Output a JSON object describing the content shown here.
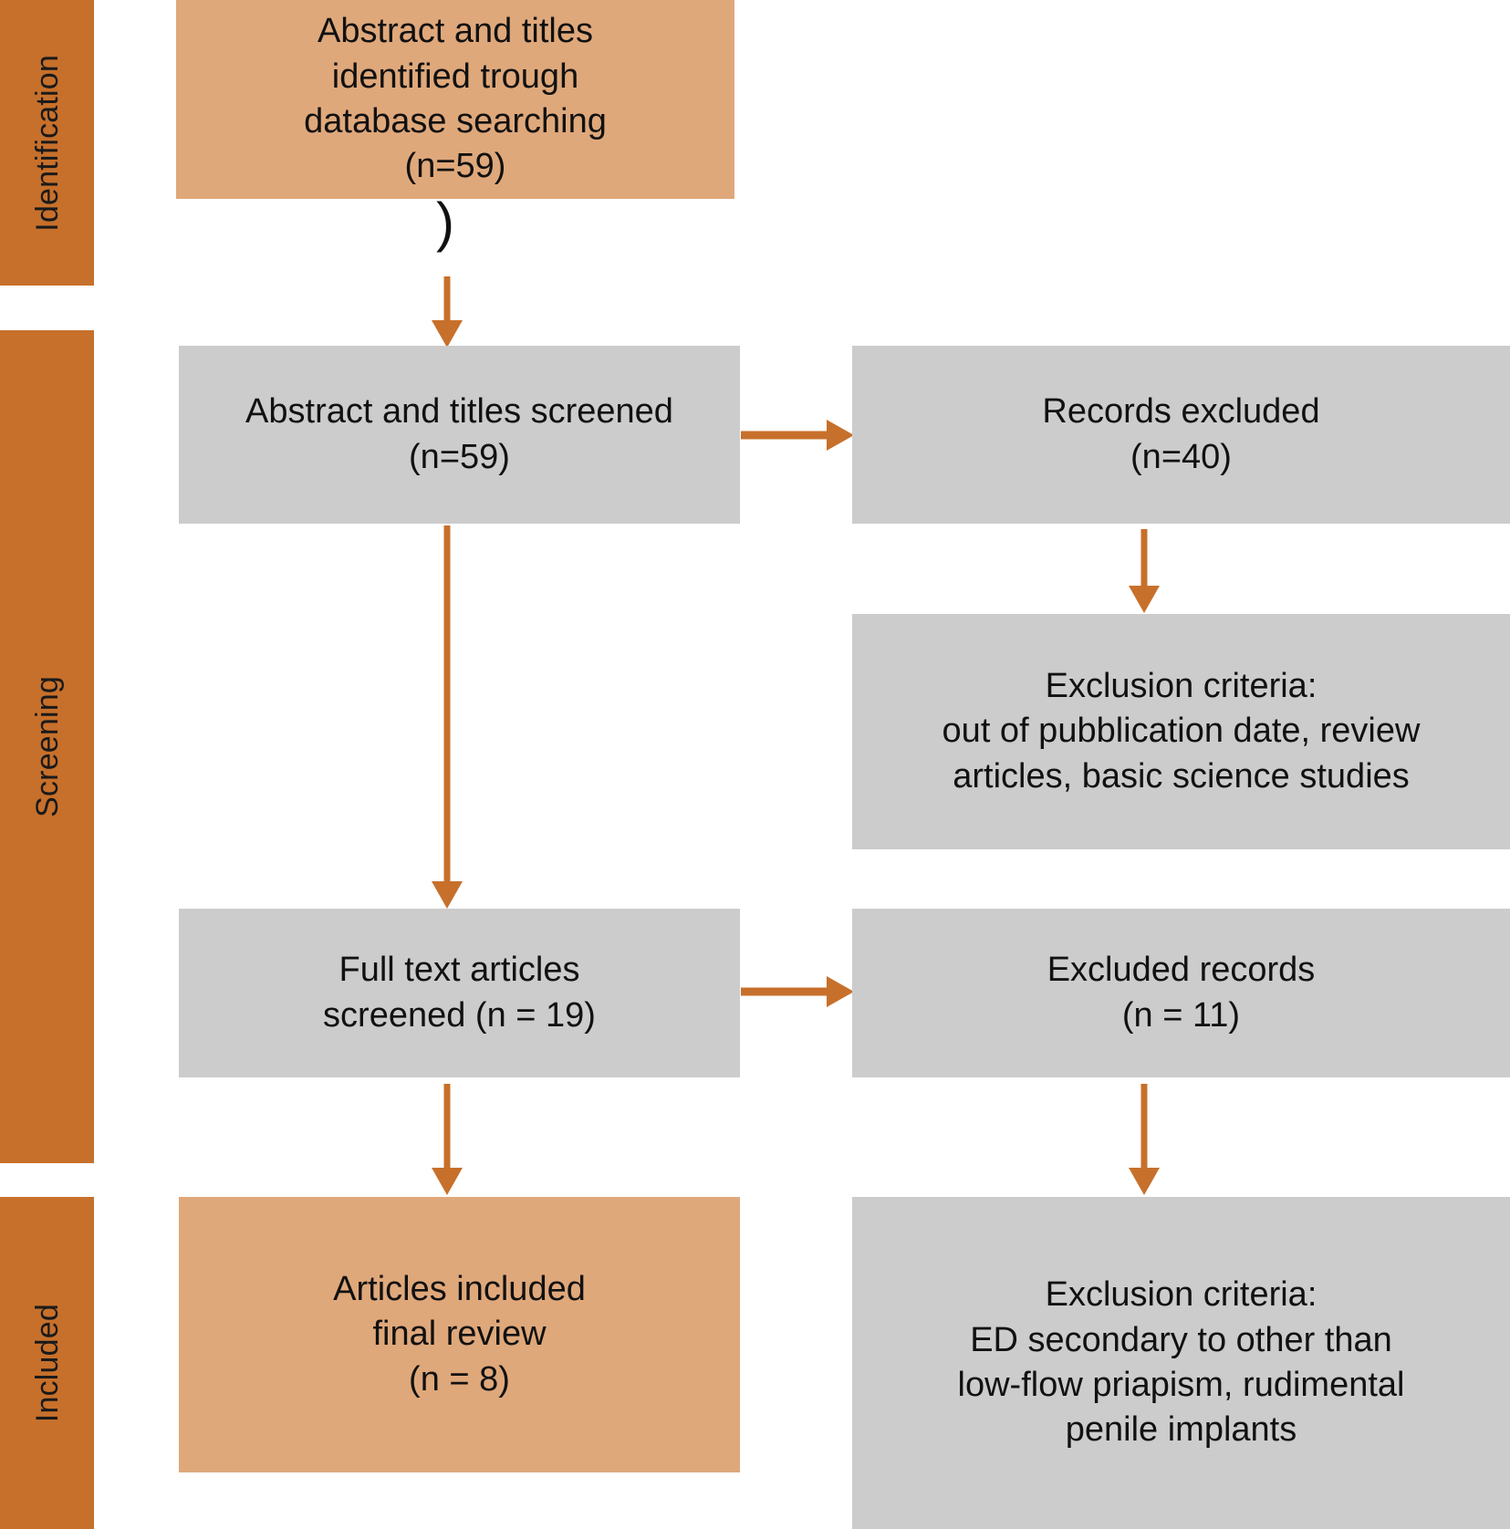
{
  "figure": {
    "type": "prisma-flow-diagram",
    "colors": {
      "stage_bar": "#C7702B",
      "arrow": "#C7702B",
      "highlight_box": "#DFA87B",
      "neutral_box": "#CCCCCC",
      "text": "#111111",
      "background": "#FFFFFF"
    }
  },
  "stages": [
    {
      "id": "identification",
      "label": "Identification"
    },
    {
      "id": "screening",
      "label": "Screening"
    },
    {
      "id": "included",
      "label": "Included"
    }
  ],
  "boxes": {
    "identified": {
      "text": "Abstract and titles\nidentified trough\ndatabase searching\n(n=59)",
      "count": 59,
      "style": "highlight"
    },
    "screened": {
      "text": "Abstract and titles screened\n(n=59)",
      "count": 59,
      "style": "neutral"
    },
    "records_excluded": {
      "text": "Records excluded\n(n=40)",
      "count": 40,
      "style": "neutral"
    },
    "exclusion_criteria_screening": {
      "text": "Exclusion criteria:\nout of pubblication date, review\narticles, basic science studies",
      "style": "neutral"
    },
    "full_text_screened": {
      "text": "Full text articles\nscreened (n = 19)",
      "count": 19,
      "style": "neutral"
    },
    "excluded_records": {
      "text": "Excluded records\n(n = 11)",
      "count": 11,
      "style": "neutral"
    },
    "articles_included": {
      "text": "Articles included\nfinal review\n(n = 8)",
      "count": 8,
      "style": "highlight"
    },
    "exclusion_criteria_fulltext": {
      "text": "Exclusion criteria:\nED secondary to other than\nlow-flow priapism, rudimental\npenile implants",
      "style": "neutral"
    }
  },
  "artifacts": {
    "stray_paren": ")"
  }
}
